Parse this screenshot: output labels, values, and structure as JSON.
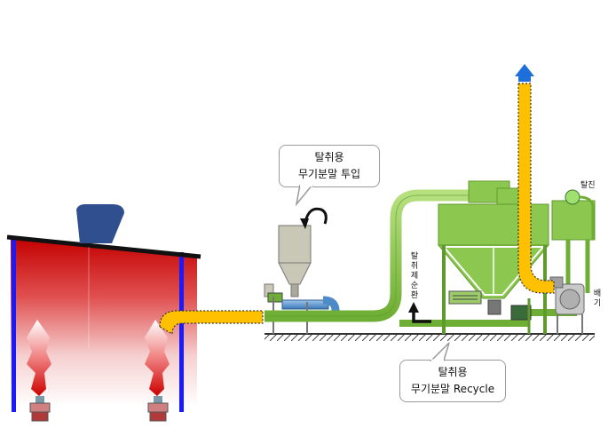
{
  "callouts": {
    "top": {
      "line1": "탈취용",
      "line2": "무기분말 투입"
    },
    "bottom": {
      "line1": "탈취용",
      "line2": "무기분말 Recycle"
    }
  },
  "labels": {
    "recirc_vertical": "탈취제순환",
    "dust_removal": "탈진",
    "exhaust_vertical": "배기"
  },
  "colors": {
    "machinery": "#8cc850",
    "duct": "#ffc000",
    "furnace_top": "#cc0000",
    "furnace_wall": "#1a1aff",
    "hopper_cap": "#2f4f8f",
    "exhaust_arrow": "#1e6fd9"
  }
}
